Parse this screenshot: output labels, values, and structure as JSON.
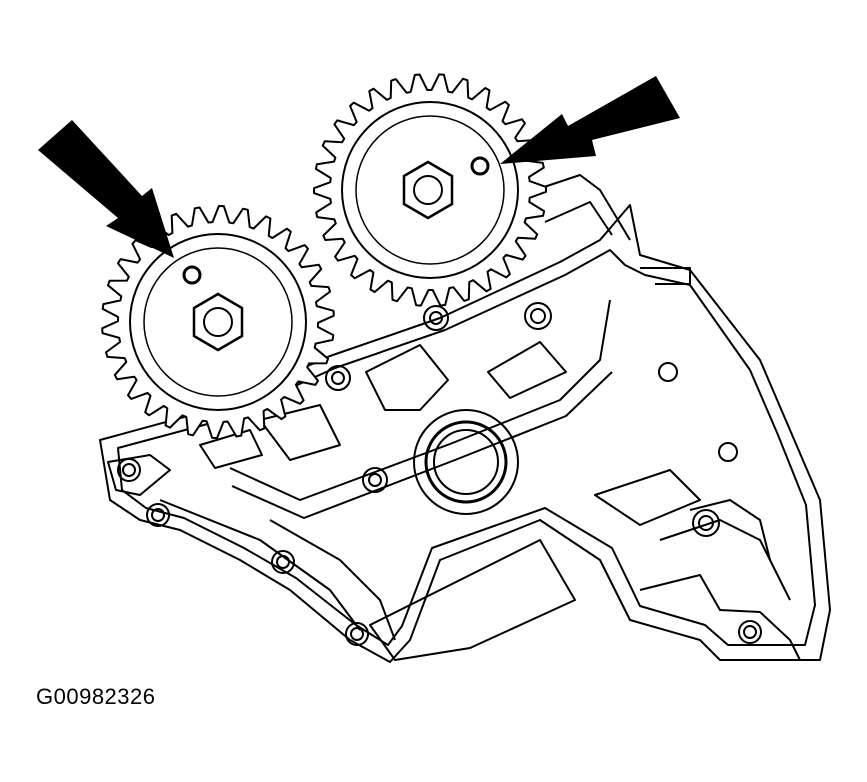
{
  "figure": {
    "id_label": "G00982326"
  },
  "colors": {
    "line": "#000000",
    "background": "#ffffff"
  },
  "parts": {
    "left_gear_teeth": 30,
    "right_gear_teeth": 30
  }
}
